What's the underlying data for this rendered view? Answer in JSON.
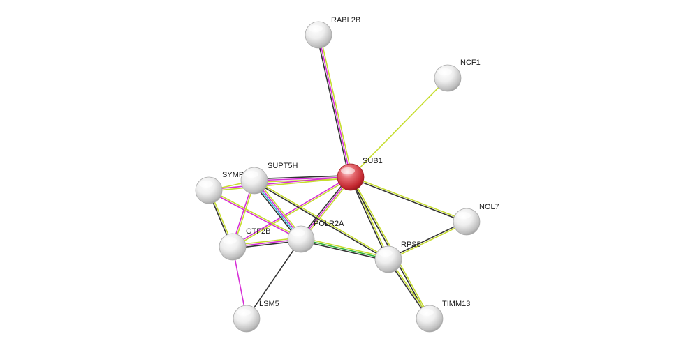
{
  "nodes": [
    {
      "id": "SUB1",
      "label": "SUB1",
      "query": true
    },
    {
      "id": "RABL2B",
      "label": "RABL2B"
    },
    {
      "id": "NCF1",
      "label": "NCF1"
    },
    {
      "id": "SYMPK",
      "label": "SYMPK"
    },
    {
      "id": "SUPT5H",
      "label": "SUPT5H"
    },
    {
      "id": "GTF2B",
      "label": "GTF2B"
    },
    {
      "id": "POLR2A",
      "label": "POLR2A"
    },
    {
      "id": "NOL7",
      "label": "NOL7"
    },
    {
      "id": "RPS5",
      "label": "RPS5"
    },
    {
      "id": "LSM5",
      "label": "LSM5"
    },
    {
      "id": "TIMM13",
      "label": "TIMM13"
    }
  ],
  "edges": [
    {
      "source": "RABL2B",
      "target": "SUB1",
      "evidence": [
        "text-mining",
        "experiments",
        "coexpression"
      ]
    },
    {
      "source": "NCF1",
      "target": "SUB1",
      "evidence": [
        "text-mining"
      ]
    },
    {
      "source": "SUB1",
      "target": "SUPT5H",
      "evidence": [
        "text-mining",
        "experiments",
        "coexpression"
      ]
    },
    {
      "source": "SUB1",
      "target": "SYMPK",
      "evidence": [
        "text-mining",
        "experiments"
      ]
    },
    {
      "source": "SUB1",
      "target": "GTF2B",
      "evidence": [
        "text-mining",
        "experiments"
      ]
    },
    {
      "source": "SUB1",
      "target": "POLR2A",
      "evidence": [
        "text-mining",
        "experiments",
        "coexpression"
      ]
    },
    {
      "source": "SUB1",
      "target": "NOL7",
      "evidence": [
        "text-mining",
        "coexpression"
      ]
    },
    {
      "source": "SUB1",
      "target": "RPS5",
      "evidence": [
        "text-mining",
        "coexpression"
      ]
    },
    {
      "source": "SUB1",
      "target": "TIMM13",
      "evidence": [
        "text-mining",
        "coexpression"
      ]
    },
    {
      "source": "SYMPK",
      "target": "SUPT5H",
      "evidence": [
        "text-mining"
      ]
    },
    {
      "source": "SYMPK",
      "target": "GTF2B",
      "evidence": [
        "text-mining",
        "coexpression"
      ]
    },
    {
      "source": "SYMPK",
      "target": "POLR2A",
      "evidence": [
        "text-mining",
        "experiments"
      ]
    },
    {
      "source": "SUPT5H",
      "target": "GTF2B",
      "evidence": [
        "text-mining",
        "experiments"
      ]
    },
    {
      "source": "SUPT5H",
      "target": "POLR2A",
      "evidence": [
        "text-mining",
        "experiments",
        "databases",
        "coexpression"
      ]
    },
    {
      "source": "SUPT5H",
      "target": "RPS5",
      "evidence": [
        "text-mining",
        "coexpression"
      ]
    },
    {
      "source": "GTF2B",
      "target": "POLR2A",
      "evidence": [
        "text-mining",
        "experiments",
        "coexpression"
      ]
    },
    {
      "source": "GTF2B",
      "target": "LSM5",
      "evidence": [
        "experiments"
      ]
    },
    {
      "source": "POLR2A",
      "target": "LSM5",
      "evidence": [
        "coexpression"
      ]
    },
    {
      "source": "POLR2A",
      "target": "RPS5",
      "evidence": [
        "text-mining",
        "gene-fusion",
        "coexpression"
      ]
    },
    {
      "source": "NOL7",
      "target": "RPS5",
      "evidence": [
        "text-mining",
        "coexpression"
      ]
    },
    {
      "source": "RPS5",
      "target": "TIMM13",
      "evidence": [
        "text-mining",
        "coexpression"
      ]
    }
  ],
  "evidence_colors": {
    "text-mining": "#c6dd2e",
    "experiments": "#d62fd6",
    "databases": "#35b4d1",
    "coexpression": "#333333",
    "gene-fusion": "#2fb43a"
  },
  "node_colors": {
    "query": "#d9363e",
    "neighbor": "#d8d8d8"
  }
}
